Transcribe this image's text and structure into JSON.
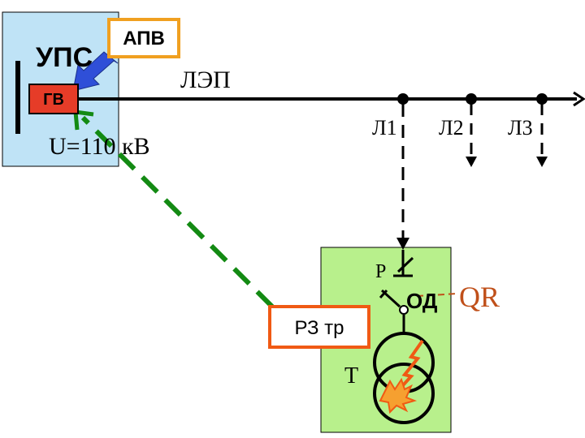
{
  "colors": {
    "ups_box_fill": "#bfe3f6",
    "substation_fill": "#b8f08c",
    "gv_fill": "#e63c28",
    "apv_border": "#f0a020",
    "rz_border": "#f05a14",
    "green_dashed": "#138a13",
    "blue_arrow": "#2f4fd8",
    "fault": "#f05a14",
    "qr_text": "#c0501a"
  },
  "ups": {
    "label": "УПС",
    "voltage": "U=110 кВ"
  },
  "gv": {
    "label": "ГВ"
  },
  "apv": {
    "label": "АПВ"
  },
  "line": {
    "label": "ЛЭП"
  },
  "branches": [
    {
      "label": "Л1"
    },
    {
      "label": "Л2"
    },
    {
      "label": "Л3"
    }
  ],
  "substation": {
    "r_label": "Р",
    "od_label": "ОД",
    "qr_label": "QR",
    "t_label": "Т"
  },
  "rz": {
    "label": "РЗ тр"
  },
  "icons": [
    "blue-arrow-icon",
    "green-dashed-arrow-icon",
    "fault-zigzag-icon",
    "transformer-icon",
    "disconnector-icon",
    "short-circuiter-icon"
  ]
}
